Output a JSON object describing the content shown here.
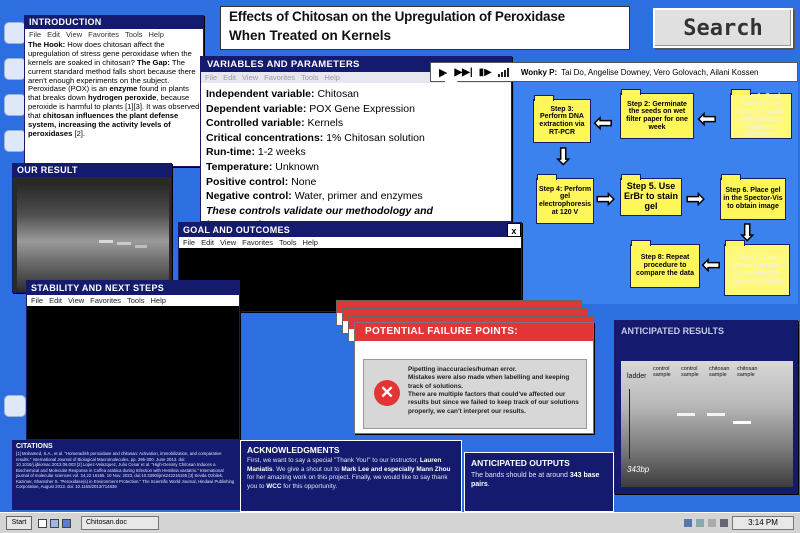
{
  "poster_title": {
    "line1": "Effects of Chitosan on the Upregulation of Peroxidase",
    "line2": "When Treated on Kernels"
  },
  "search_label": "Search",
  "team": {
    "label": "Wonky P:",
    "members": "Tai Do, Angelise Downey, Vero Golovach, Ailani Kossen"
  },
  "menu": [
    "File",
    "Edit",
    "View",
    "Favorites",
    "Tools",
    "Help"
  ],
  "intro": {
    "title": "INTRODUCTION",
    "hook_label": "The Hook:",
    "hook": "How does chitosan affect the upregulation of stress gene peroxidase when the kernels are soaked in chitosan?",
    "gap_label": "The Gap:",
    "gap": "The current standard method falls short because there aren't enough experiments on the subject.",
    "p1": "Peroxidase (POX) is an",
    "p1_bold": "enzyme",
    "p2": "found in plants that breaks down",
    "p2_bold": "hydrogen peroxide",
    "p3": ", because peroxide is harmful to plants [1][3]. It was observed that",
    "p3_bold": "chitosan influences the plant defense system, increasing the activity levels of peroxidases",
    "p4": "[2]."
  },
  "our_result": {
    "title": "OUR RESULT"
  },
  "variables": {
    "title": "VARIABLES AND PARAMETERS",
    "rows": [
      {
        "label": "Independent variable:",
        "value": "Chitosan"
      },
      {
        "label": "Dependent variable:",
        "value": "POX Gene Expression"
      },
      {
        "label": "Controlled variable:",
        "value": "Kernels"
      },
      {
        "label": "Critical concentrations:",
        "value": "1% Chitosan solution"
      },
      {
        "label": "Run-time:",
        "value": "1-2 weeks"
      },
      {
        "label": "Temperature:",
        "value": "Unknown"
      },
      {
        "label": "Positive control:",
        "value": "None"
      },
      {
        "label": "Negative control:",
        "value": "Water, primer and enzymes"
      }
    ],
    "closing": "These controls validate our methodology and interpretation."
  },
  "goal_window": {
    "title": "GOAL AND OUTCOMES",
    "close": "x"
  },
  "stability": {
    "title": "STABILITY AND NEXT STEPS"
  },
  "failure": {
    "title": "POTENTIAL FAILURE POINTS:",
    "line1": "Pipetting inaccuracies/human error.",
    "line2": "Mistakes were also made when labelling and keeping track of solutions.",
    "line3": "There are multiple factors that could've affected our results but since we failed to keep track of our solutions properly, we can't interpret our results."
  },
  "steps": [
    {
      "id": "step1",
      "text": "Step 1: Soak sweet corn seeds in water and chitosan solution overnight"
    },
    {
      "id": "step2",
      "text": "Step 2: Germinate the seeds on wet filter paper for one week"
    },
    {
      "id": "step3",
      "text": "Step 3: Perform DNA extraction via RT-PCR"
    },
    {
      "id": "step4",
      "text": "Step 4: Perform gel electrophoresis at 120 V"
    },
    {
      "id": "step5",
      "text": "Step 5. Use ErBr to stain gel"
    },
    {
      "id": "step6",
      "text": "Step 6. Place gel in the Spector-Vis to obtain image"
    },
    {
      "id": "step7",
      "text": "Step 7: Use software image J to identify the size of product"
    },
    {
      "id": "step8",
      "text": "Step 8: Repeat procedure to compare the data"
    }
  ],
  "anticipated_results": {
    "title": "ANTICIPATED RESULTS",
    "lane_labels": [
      "ladder",
      "control sample",
      "control sample",
      "chitosan sample",
      "chitosan sample"
    ],
    "note": "343bp"
  },
  "citations": {
    "title": "CITATIONS",
    "text": "[1] Mohamed, S.A., et al. \"Horseradish peroxidase and chitosan: Activation, immobilization, and comparative results.\" International Journal of Biological Macromolecules, pp. 295-300. June 2013. doi: 10.1016/j.ijbiomac.2013.06.003 [2] Lopez-Velazquez, Julio Cesar et al. \"High-Density Chitosan Induces a Biochemical and Molecular Response in Coffea arabica during Infection with Hemileia vastatrix.\" International journal of molecular sciences vol. 24,22 16165. 10 Nov. 2023, doi:10.3390/ijms242216165 [3] Sevda Ozbilek, Kazimer, Shamsher S. \"Peroxidase(s) in Environment Protection.\" The Scientific World Journal, Hindawi Publishing Corporation, August 2013. doi: 10.1155/2013/714639"
  },
  "acknowledgments": {
    "title": "ACKNOWLEDGMENTS",
    "t1": "First, we want to say a special \"Thank You!\" to our instructor,",
    "b1": "Lauren Maniatis",
    "t2": ". We give a shout out to",
    "b2": "Mark Lee and especially Mann Zhou",
    "t3": "for her amazing work on this project. Finally, we would like to say thank you to",
    "b3": "WCC",
    "t4": "for this opportunity."
  },
  "anticipated_outputs": {
    "title": "ANTICIPATED OUTPUTS",
    "t1": "The bands should be at around",
    "b1": "343 base pairs",
    "t2": "."
  },
  "taskbar": {
    "start": "Start",
    "task": "Chitosan.doc",
    "clock": "3:14 PM"
  }
}
